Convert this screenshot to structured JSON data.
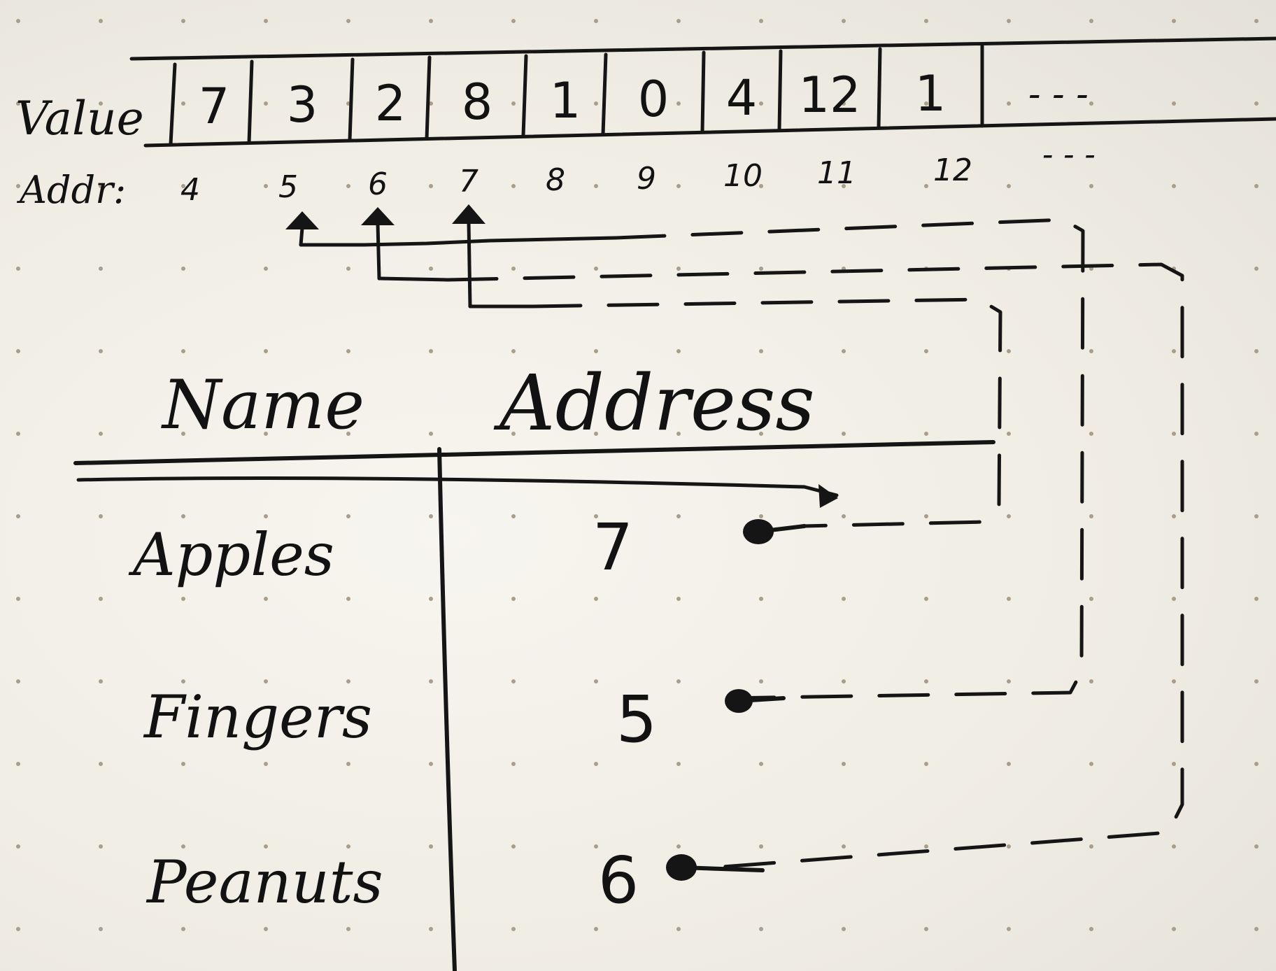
{
  "memory": {
    "value_label": "Value",
    "addr_label": "Addr:",
    "cells": [
      {
        "value": "7",
        "addr": "4"
      },
      {
        "value": "3",
        "addr": "5"
      },
      {
        "value": "2",
        "addr": "6"
      },
      {
        "value": "8",
        "addr": "7"
      },
      {
        "value": "1",
        "addr": "8"
      },
      {
        "value": "0",
        "addr": "9"
      },
      {
        "value": "4",
        "addr": "10"
      },
      {
        "value": "12",
        "addr": "11"
      },
      {
        "value": "1",
        "addr": "12"
      }
    ],
    "continuation": "- - -"
  },
  "table": {
    "header_name": "Name",
    "header_address": "Address",
    "rows": [
      {
        "name": "Apples",
        "address": "7"
      },
      {
        "name": "Fingers",
        "address": "5"
      },
      {
        "name": "Peanuts",
        "address": "6"
      }
    ]
  },
  "colors": {
    "ink": "#151515",
    "paper": "#f3f1ea",
    "dot": "#a89e8a"
  }
}
